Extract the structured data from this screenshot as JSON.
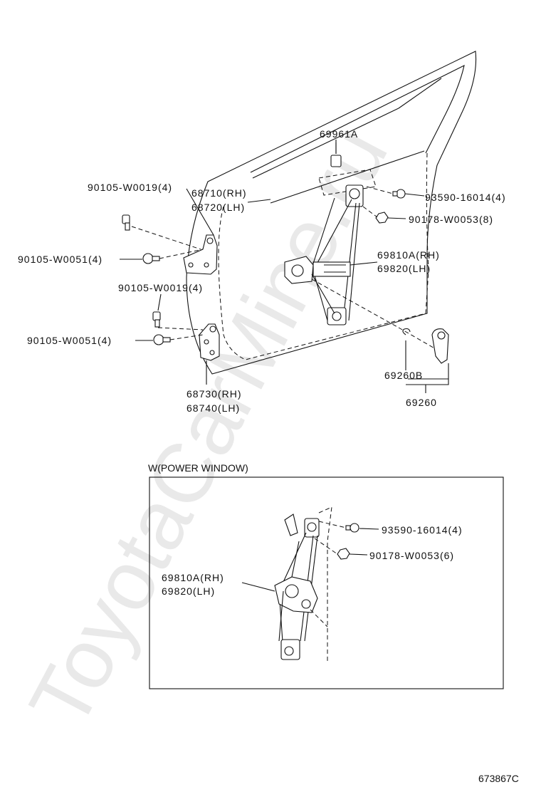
{
  "watermark": "ToyotaCarMine.ru",
  "diagram_code": "673867C",
  "main": {
    "label_69961A": "69961A",
    "label_68710": "68710(RH)",
    "label_68720": "68720(LH)",
    "label_90105_W0019_top": "90105-W0019(4)",
    "label_90105_W0051_top": "90105-W0051(4)",
    "label_90105_W0019_mid": "90105-W0019(4)",
    "label_90105_W0051_low": "90105-W0051(4)",
    "label_68730": "68730(RH)",
    "label_68740": "68740(LH)",
    "label_93590": "93590-16014(4)",
    "label_90178": "90178-W0053(8)",
    "label_69810A": "69810A(RH)",
    "label_69820": "69820(LH)",
    "label_69260B": "69260B",
    "label_69260": "69260"
  },
  "inset": {
    "title": "W(POWER WINDOW)",
    "label_93590": "93590-16014(4)",
    "label_90178": "90178-W0053(6)",
    "label_69810A": "69810A(RH)",
    "label_69820": "69820(LH)"
  }
}
